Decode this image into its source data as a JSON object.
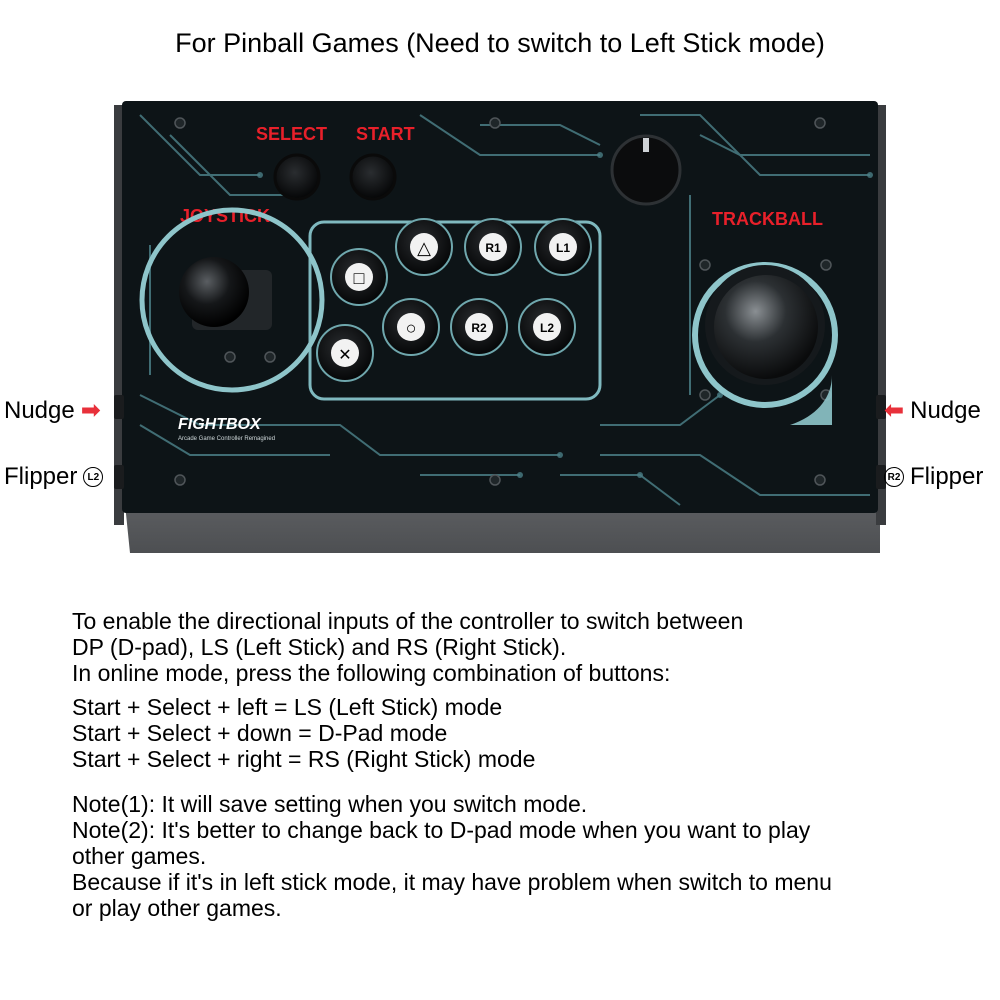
{
  "title": "For Pinball Games (Need to switch to Left Stick mode)",
  "controller": {
    "select_label": "SELECT",
    "start_label": "START",
    "joystick_label": "JOYSTICK",
    "trackball_label": "TRACKBALL",
    "brand": "FIGHTBOX",
    "brand_tagline": "Arcade Game Controller Remagined",
    "buttons": {
      "triangle": "△",
      "square": "□",
      "cross": "✕",
      "circle": "○",
      "r1": "R1",
      "l1": "L1",
      "r2": "R2",
      "l2": "L2"
    }
  },
  "callouts": {
    "left_nudge": "Nudge",
    "left_flipper": "Flipper",
    "left_flipper_badge": "L2",
    "right_nudge": "Nudge",
    "right_flipper": "Flipper",
    "right_flipper_badge": "R2"
  },
  "instructions": {
    "intro_1": "To enable the directional inputs of the controller to switch between",
    "intro_2": "DP (D-pad), LS (Left Stick) and RS (Right Stick).",
    "intro_3": "In online mode, press the following combination of buttons:",
    "combo_1": "Start + Select + left =  LS (Left Stick) mode",
    "combo_2": "Start + Select + down = D-Pad mode",
    "combo_3": "Start + Select + right = RS (Right Stick) mode",
    "note_1": "Note(1): It will save setting when you switch mode.",
    "note_2a": "Note(2): It's better to change back to D-pad mode when you want to play",
    "note_2b": "other games.",
    "note_3a": "Because if it's in left stick mode, it may have problem when switch to menu",
    "note_3b": "or play other games."
  }
}
